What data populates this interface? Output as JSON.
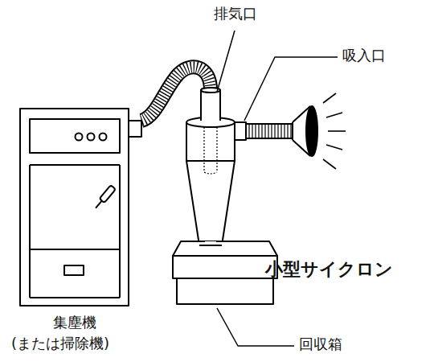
{
  "diagram": {
    "labels": [
      "排気口",
      "吸入口",
      "小型サイクロン",
      "集塵機",
      "(または掃除機)",
      "回収箱"
    ]
  }
}
